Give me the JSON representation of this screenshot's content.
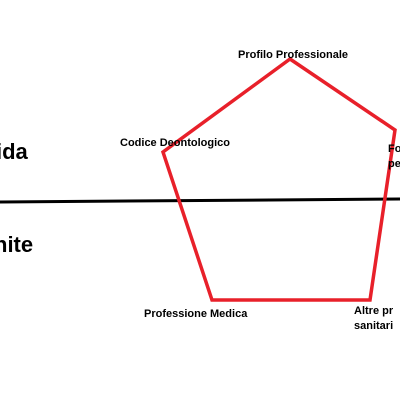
{
  "diagram": {
    "zones": {
      "upper": "ida",
      "lower": "nite"
    },
    "nodes": {
      "top": "Profilo Professionale",
      "upper_left": "Codice Deontologico",
      "upper_right_line1": "Fo",
      "upper_right_line2": "pe",
      "lower_left": "Professione Medica",
      "lower_right_line1": "Altre pr",
      "lower_right_line2": "sanitari"
    },
    "colors": {
      "pentagon_stroke": "#e8202a",
      "divider": "#000000",
      "background": "#ffffff"
    }
  }
}
